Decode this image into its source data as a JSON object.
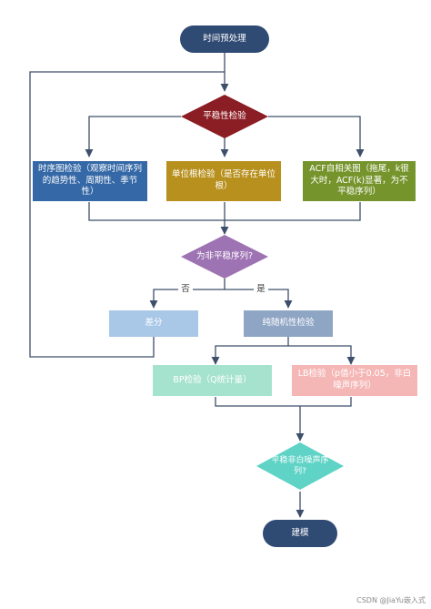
{
  "diagram": {
    "nodes": {
      "start": "时间预处理",
      "stationarity": "平稳性检验",
      "timeplot": "时序图检验（观察时间序列的趋势性、周期性、季节性）",
      "unitroot": "单位根检验（是否存在单位根）",
      "acf": "ACF自相关图（拖尾，k很大时，ACF(k)显著，为不平稳序列）",
      "nonstationary_q": "为非平稳序列?",
      "diff": "差分",
      "randomness": "纯随机性检验",
      "bp": "BP检验（Q统计量）",
      "lb": "LB检验（p值小于0.05，非白噪声序列）",
      "whitenoise_q": "平稳非白噪声序列?",
      "model": "建模"
    },
    "edge_labels": {
      "no": "否",
      "yes": "是"
    }
  },
  "watermark": "CSDN @JiaYu嵌入式",
  "colors": {
    "start": "#2f4a73",
    "stationarity": "#8b1e24",
    "timeplot": "#3568a6",
    "unitroot": "#b8901e",
    "acf": "#76942c",
    "nonstationary_q": "#9e73b3",
    "diff": "#a9c8e8",
    "randomness": "#8fa5c4",
    "bp": "#a6e3cf",
    "lb": "#f5b6b6",
    "whitenoise_q": "#5fd3c6",
    "model": "#2f4a73",
    "line": "#3d4f6b"
  }
}
